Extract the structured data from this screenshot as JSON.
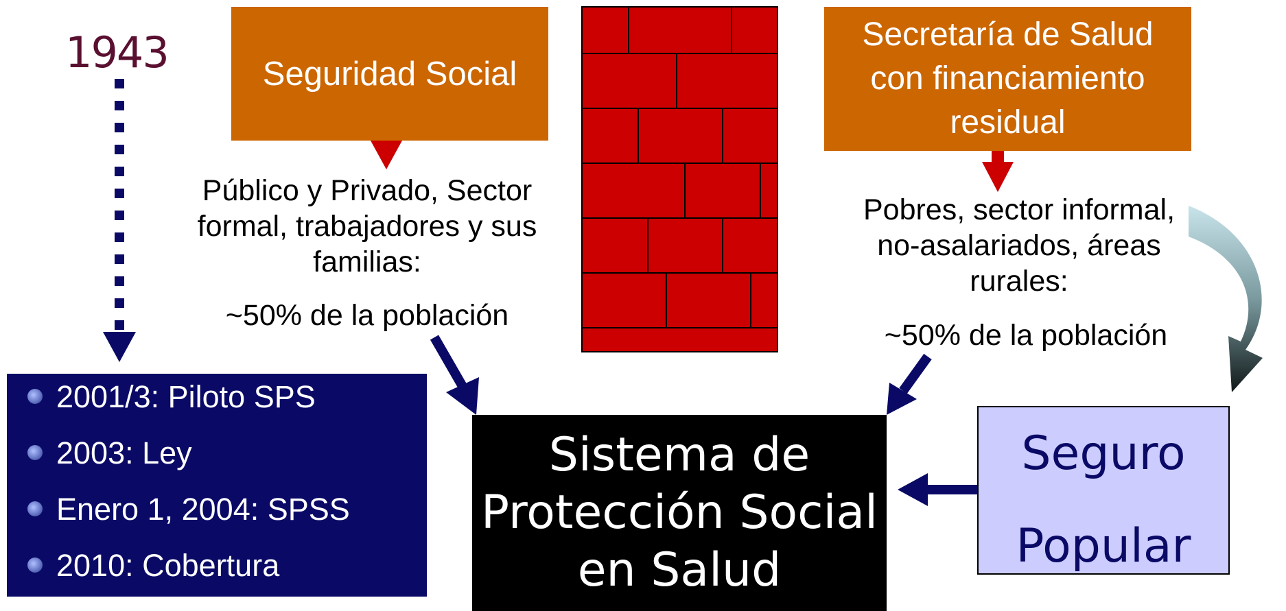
{
  "year": "1943",
  "seguridad_social": "Seguridad Social",
  "secretaria": [
    "Secretaría de Salud",
    "con financiamiento",
    "residual"
  ],
  "left_note": [
    "Público y Privado, Sector",
    "formal, trabajadores y sus",
    "familias:"
  ],
  "left_pct": "~50% de la población",
  "right_note": [
    "Pobres, sector informal,",
    "no-asalariados, áreas",
    "rurales:"
  ],
  "right_pct": "~50% de la población",
  "timeline": [
    "2001/3: Piloto SPS",
    "2003: Ley",
    "Enero 1, 2004: SPSS",
    "2010: Cobertura"
  ],
  "spss": [
    "Sistema de",
    "Protección Social",
    "en Salud"
  ],
  "seguro_popular": [
    "Seguro",
    "Popular"
  ],
  "colors": {
    "orange": "#cc6600",
    "navy": "#0a0a66",
    "brick": "#cc0000",
    "lavender": "#ccccff",
    "red_arrow": "#cc0000"
  }
}
